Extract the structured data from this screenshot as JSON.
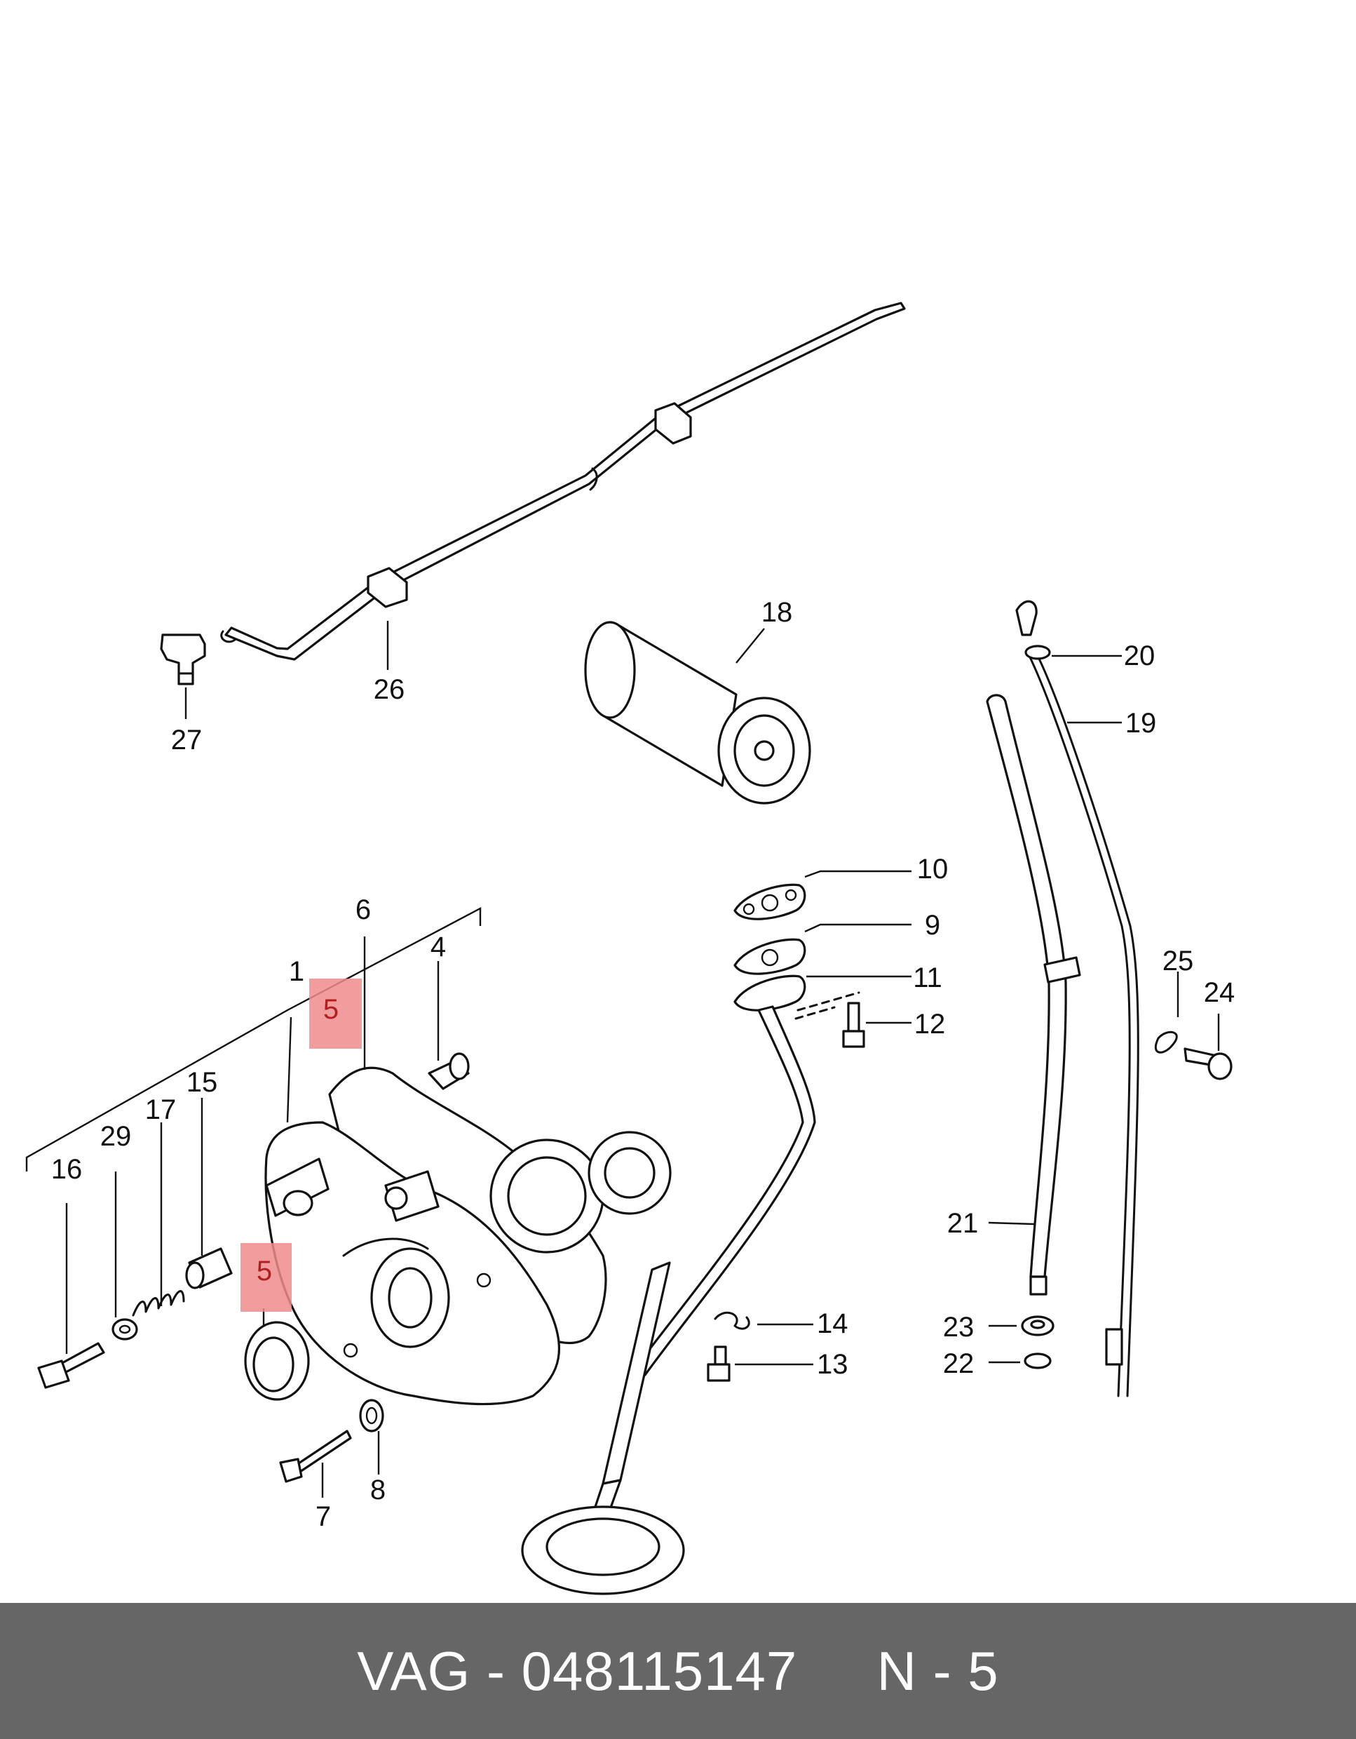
{
  "diagram": {
    "callouts": {
      "c1": "1",
      "c4": "4",
      "c6": "6",
      "c7": "7",
      "c8": "8",
      "c9": "9",
      "c10": "10",
      "c11": "11",
      "c12": "12",
      "c13": "13",
      "c14": "14",
      "c15": "15",
      "c16": "16",
      "c17": "17",
      "c18": "18",
      "c19": "19",
      "c20": "20",
      "c21": "21",
      "c22": "22",
      "c23": "23",
      "c24": "24",
      "c25": "25",
      "c26": "26",
      "c27": "27",
      "c29": "29"
    },
    "highlighted_callouts": [
      "5",
      "5"
    ],
    "highlight_color": "#f08c8c"
  },
  "footer": {
    "text": "VAG - 048115147     N - 5",
    "background": "#666666"
  }
}
